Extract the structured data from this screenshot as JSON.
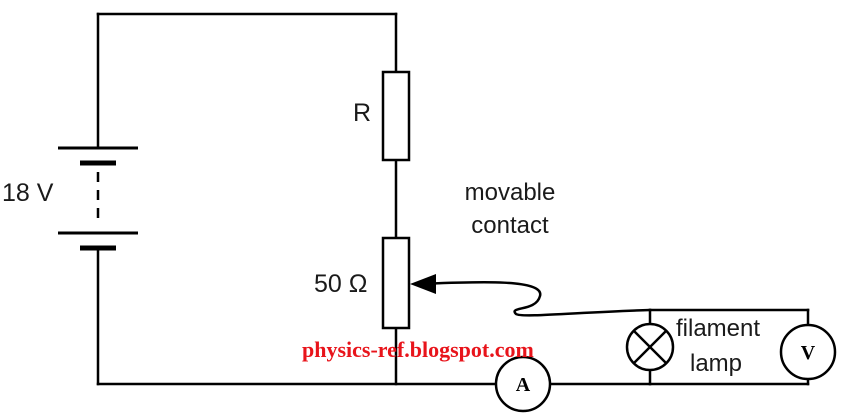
{
  "labels": {
    "battery_voltage": "18 V",
    "resistor": "R",
    "potentiometer": "50 Ω",
    "contact_line1": "movable",
    "contact_line2": "contact",
    "lamp_line1": "filament",
    "lamp_line2": "lamp",
    "ammeter": "A",
    "voltmeter": "V"
  },
  "watermark": "physics-ref.blogspot.com",
  "colors": {
    "wire": "#000000",
    "label": "#1a1a1a",
    "watermark": "#e8141b"
  }
}
